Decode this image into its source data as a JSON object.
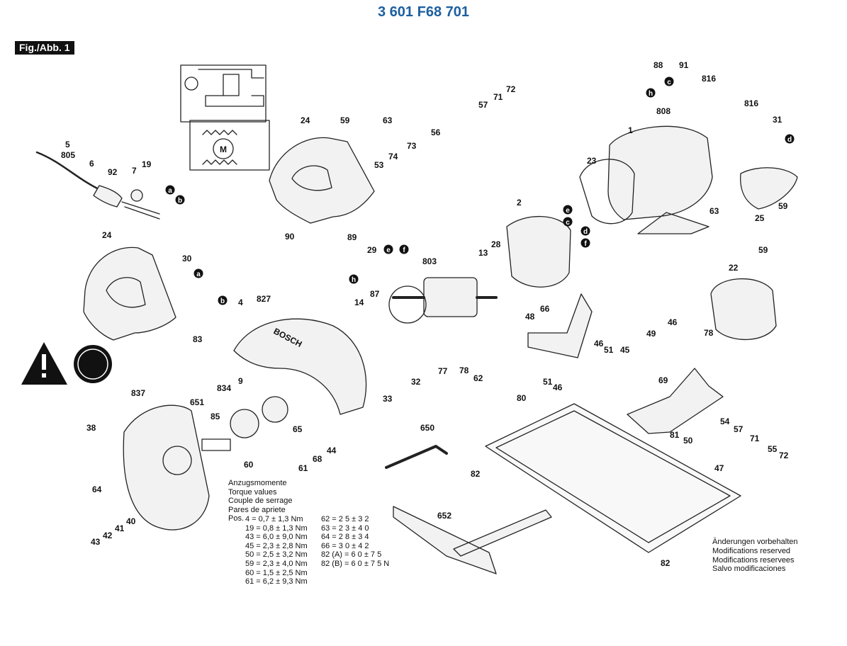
{
  "header": {
    "part_number": "3 601 F68 701",
    "figure_label": "Fig./Abb. 1"
  },
  "callouts": [
    "5",
    "805",
    "6",
    "92",
    "7",
    "19",
    "24",
    "59",
    "63",
    "56",
    "57",
    "71",
    "72",
    "53",
    "74",
    "73",
    "88",
    "91",
    "816",
    "808",
    "1",
    "816",
    "31",
    "23",
    "63",
    "25",
    "59",
    "2",
    "24",
    "30",
    "90",
    "89",
    "29",
    "87",
    "4",
    "83",
    "827",
    "803",
    "13",
    "28",
    "66",
    "59",
    "22",
    "14",
    "77",
    "78",
    "62",
    "48",
    "80",
    "51",
    "46",
    "46",
    "51",
    "45",
    "49",
    "46",
    "78",
    "69",
    "33",
    "32",
    "9",
    "834",
    "651",
    "837",
    "85",
    "65",
    "38",
    "64",
    "42",
    "43",
    "41",
    "40",
    "60",
    "61",
    "68",
    "44",
    "650",
    "82",
    "652",
    "82",
    "47",
    "81",
    "50",
    "54",
    "57",
    "71",
    "55",
    "72"
  ],
  "connector_letters": [
    "a",
    "b",
    "c",
    "h",
    "d",
    "e",
    "c",
    "d",
    "f",
    "e",
    "f",
    "a",
    "b",
    "h"
  ],
  "torque": {
    "title_lines": [
      "Anzugsmomente",
      "Torque values",
      "Couple de serrage",
      "Pares de apriete"
    ],
    "col_header": "Pos.",
    "left": [
      "4 = 0,7 ± 1,3 Nm",
      "19 = 0,8 ± 1,3 Nm",
      "43 = 6,0 ± 9,0 Nm",
      "45 = 2,3 ± 2,8 Nm",
      "50 = 2,5 ± 3,2 Nm",
      "59 = 2,3 ± 4,0 Nm",
      "60 = 1,5 ± 2,5 Nm",
      "61 = 6,2 ± 9,3 Nm"
    ],
    "right": [
      "62 = 2 5 ± 3 2",
      "63 = 2 3 ± 4 0",
      "64 = 2 8 ± 3 4",
      "66 = 3 0 ± 4 2",
      "82 (A) = 6 0 ± 7 5",
      "82 (B) = 6 0 ± 7 5   N"
    ]
  },
  "notice": [
    "Änderungen vorbehalten",
    "Modifications reserved",
    "Modifications reservees",
    "Salvo modificaciones"
  ],
  "motor_symbol": "M",
  "blade_brand": "BOSCH",
  "colors": {
    "title": "#1d5fa0",
    "ink": "#111111",
    "fill": "#f2f2f2"
  }
}
